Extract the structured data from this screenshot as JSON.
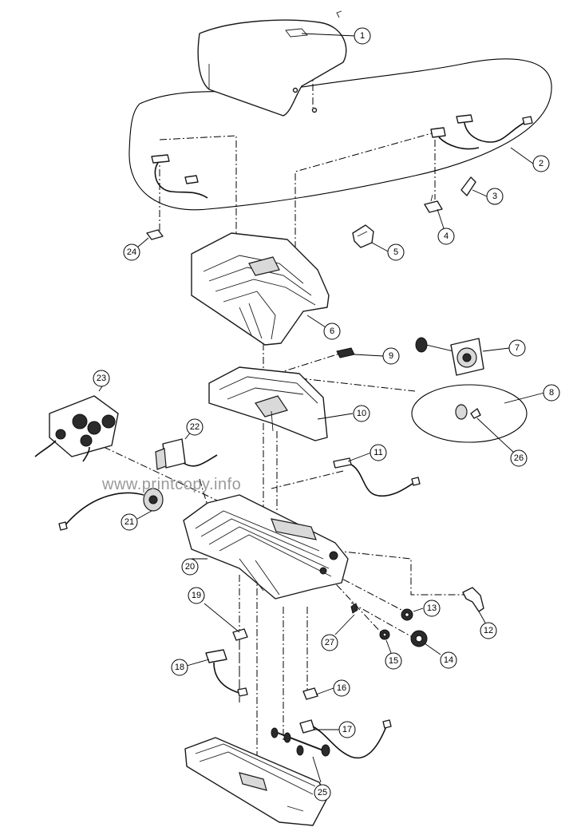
{
  "watermark": "www.printcopy.info",
  "callouts": [
    "1",
    "2",
    "3",
    "4",
    "5",
    "6",
    "7",
    "8",
    "9",
    "10",
    "11",
    "12",
    "13",
    "14",
    "15",
    "16",
    "17",
    "18",
    "19",
    "20",
    "21",
    "22",
    "23",
    "24",
    "25",
    "26",
    "27"
  ]
}
